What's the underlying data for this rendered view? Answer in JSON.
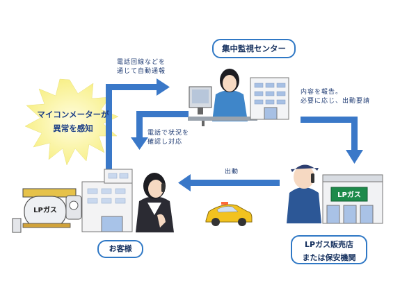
{
  "alert": {
    "line1": "マイコンメーターが",
    "line2": "異常を感知"
  },
  "center": {
    "label": "集中監視センター"
  },
  "customer": {
    "label": "お客様"
  },
  "dealer": {
    "line1": "LPガス販売店",
    "line2": "または保安機関"
  },
  "flows": {
    "to_center": {
      "line1": "電話回線などを",
      "line2": "通じて自動通報"
    },
    "to_dealer": {
      "line1": "内容を報告。",
      "line2": "必要に応じ、出動要請"
    },
    "to_customer_call": {
      "line1": "電話で状況を",
      "line2": "確認し対応"
    },
    "dispatch": {
      "label": "出動"
    }
  },
  "tank_label": "LPガス",
  "shop_sign": "LPガス",
  "colors": {
    "arrow": "#3a78c8",
    "burst": "#fbf7a8",
    "box_border": "#2f78c5",
    "text": "#1f3b73"
  }
}
